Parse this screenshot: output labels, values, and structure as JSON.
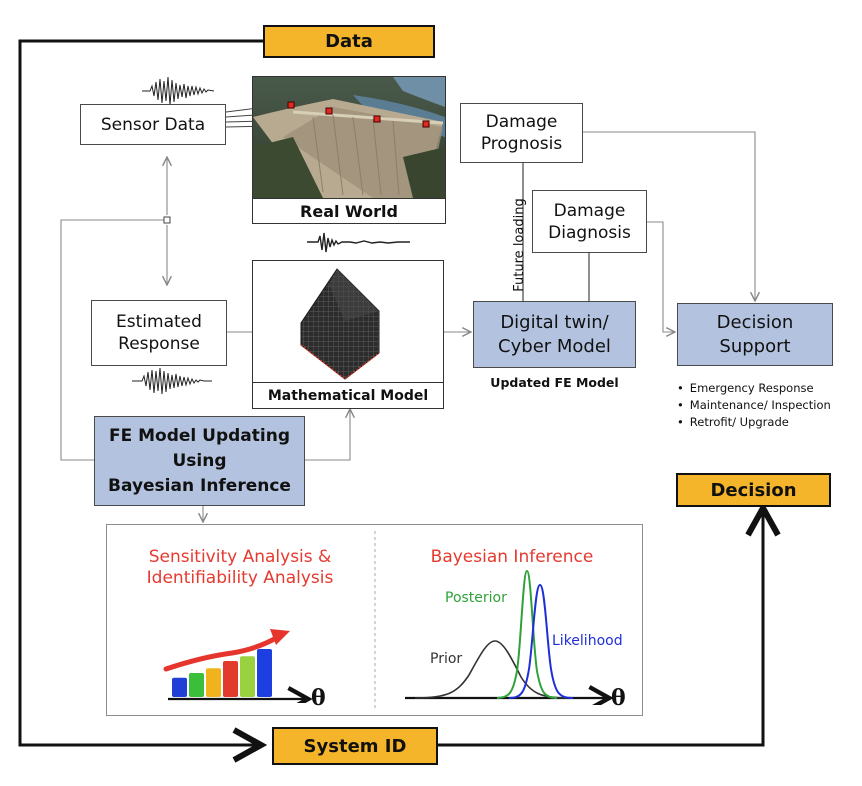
{
  "nodes": {
    "data": "Data",
    "sensor_data": "Sensor Data",
    "real_world": "Real World",
    "damage_prognosis": "Damage\nPrognosis",
    "damage_diagnosis": "Damage\nDiagnosis",
    "future_loading": "Future loading",
    "estimated_response": "Estimated\nResponse",
    "mathematical_model": "Mathematical Model",
    "digital_twin": "Digital twin/\nCyber Model",
    "updated_fe_model": "Updated FE Model",
    "decision_support": "Decision\nSupport",
    "fe_updating": "FE Model Updating\nUsing\nBayesian Inference",
    "decision": "Decision",
    "system_id": "System ID"
  },
  "decision_options": [
    "Emergency Response",
    "Maintenance/ Inspection",
    "Retrofit/ Upgrade"
  ],
  "sensitivity_panel": {
    "title": "Sensitivity Analysis &\nIdentifiability Analysis",
    "axis_symbol": "θ",
    "bar_colors": [
      "#1f3fd6",
      "#3bbf3b",
      "#f0b31c",
      "#e23b2e",
      "#9ad13f",
      "#1e3fe0"
    ],
    "bar_levels": [
      0.4,
      0.5,
      0.6,
      0.75,
      0.85,
      1.0
    ]
  },
  "bayes_panel": {
    "title": "Bayesian Inference",
    "axis_symbol": "θ",
    "curves": [
      {
        "name": "Prior",
        "color": "#333333"
      },
      {
        "name": "Posterior",
        "color": "#2fa13a"
      },
      {
        "name": "Likelihood",
        "color": "#1f2fd8"
      }
    ]
  },
  "colors": {
    "accent_orange": "#f4b52a",
    "box_blue": "#b3c3df",
    "panel_title_red": "#e6392f"
  }
}
